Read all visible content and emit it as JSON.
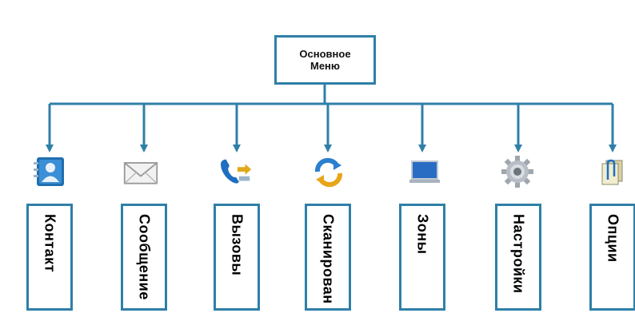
{
  "root": {
    "line1": "Основное",
    "line2": "Меню"
  },
  "items": [
    {
      "label": "Контакт",
      "icon": "contact-book-icon"
    },
    {
      "label": "Сообщение",
      "icon": "envelope-icon"
    },
    {
      "label": "Вызовы",
      "icon": "phone-calls-icon"
    },
    {
      "label": "Сканирован",
      "icon": "scan-refresh-icon"
    },
    {
      "label": "Зоны",
      "icon": "zones-screen-icon"
    },
    {
      "label": "Настройки",
      "icon": "gear-icon"
    },
    {
      "label": "Опции",
      "icon": "paperclip-options-icon"
    }
  ],
  "colors": {
    "connector": "#2f7fa8",
    "text": "#000000"
  }
}
